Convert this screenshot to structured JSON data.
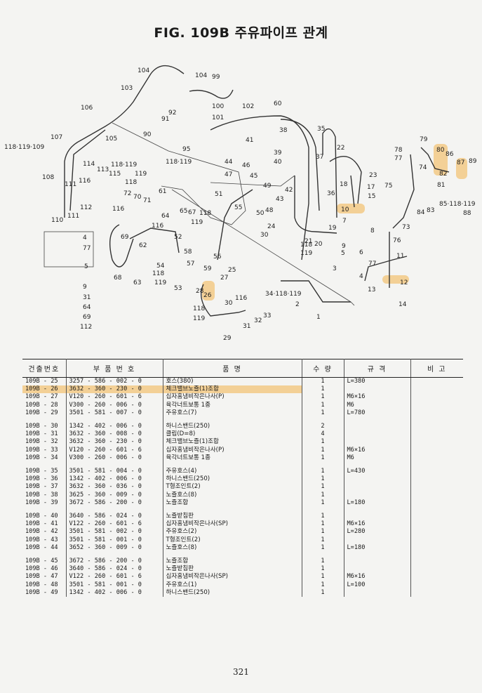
{
  "figure": {
    "title": "FIG. 109B 주유파이프 관계"
  },
  "diagram_labels": [
    "104",
    "104",
    "99",
    "103",
    "106",
    "100",
    "102",
    "60",
    "101",
    "92",
    "91",
    "105",
    "90",
    "107",
    "118·119·109",
    "95",
    "38",
    "35",
    "41",
    "39",
    "40",
    "22",
    "37",
    "44",
    "118·119",
    "108",
    "114",
    "113",
    "118·119",
    "115",
    "119",
    "118",
    "46",
    "47",
    "45",
    "23",
    "116",
    "112",
    "111",
    "72",
    "70",
    "71",
    "51",
    "49",
    "17",
    "42",
    "15",
    "43",
    "36",
    "18",
    "75",
    "48",
    "55",
    "61",
    "50",
    "110",
    "111",
    "116",
    "64",
    "65",
    "67",
    "118",
    "119",
    "10",
    "24",
    "7",
    "8",
    "21",
    "19",
    "76",
    "30",
    "118",
    "119",
    "20",
    "9",
    "5",
    "6",
    "116",
    "69",
    "62",
    "52",
    "58",
    "54",
    "118",
    "119",
    "53",
    "57",
    "59",
    "56",
    "25",
    "27",
    "28",
    "26",
    "118",
    "119",
    "30",
    "116",
    "34·118·119",
    "2",
    "31",
    "32",
    "33",
    "29",
    "11",
    "77",
    "3",
    "4",
    "12",
    "13",
    "14",
    "1",
    "73",
    "68",
    "63",
    "79",
    "78",
    "77",
    "80",
    "86",
    "87",
    "89",
    "74",
    "82",
    "81",
    "83",
    "84",
    "85·118·119",
    "88"
  ],
  "legend_labels": [
    "4",
    "77",
    "5",
    "9",
    "31",
    "64",
    "69",
    "112"
  ],
  "table": {
    "headers": [
      "건출번호",
      "부 품 번 호",
      "품 명",
      "수 량",
      "규 격",
      "비 고"
    ],
    "groups": [
      [
        {
          "no": "109B - 25",
          "part": "3257 - 586 - 002 - 0",
          "name": "호스(380)",
          "qty": "1",
          "spec": "L=380",
          "highlight": false
        },
        {
          "no": "109B - 26",
          "part": "3632 - 360 - 230 - 0",
          "name": "체크밸브노즐(1)조합",
          "qty": "1",
          "spec": "",
          "highlight": true
        },
        {
          "no": "109B - 27",
          "part": "V120 - 260 - 601 - 6",
          "name": "십자홈냄비작은나사(P)",
          "qty": "1",
          "spec": "M6×16",
          "highlight": false
        },
        {
          "no": "109B - 28",
          "part": "V300 - 260 - 006 - 0",
          "name": "육각너트보통 1종",
          "qty": "1",
          "spec": "M6",
          "highlight": false
        },
        {
          "no": "109B - 29",
          "part": "3501 - 581 - 007 - 0",
          "name": "주유호스(7)",
          "qty": "1",
          "spec": "L=780",
          "highlight": false
        }
      ],
      [
        {
          "no": "109B - 30",
          "part": "1342 - 402 - 006 - 0",
          "name": "하니스밴드(250)",
          "qty": "2",
          "spec": "",
          "highlight": false
        },
        {
          "no": "109B - 31",
          "part": "3632 - 360 - 008 - 0",
          "name": "클립(D=8)",
          "qty": "4",
          "spec": "",
          "highlight": false
        },
        {
          "no": "109B - 32",
          "part": "3632 - 360 - 230 - 0",
          "name": "체크밸브노즐(1)조합",
          "qty": "1",
          "spec": "",
          "highlight": false
        },
        {
          "no": "109B - 33",
          "part": "V120 - 260 - 601 - 6",
          "name": "십자홈냄비작은나사(P)",
          "qty": "1",
          "spec": "M6×16",
          "highlight": false
        },
        {
          "no": "109B - 34",
          "part": "V300 - 260 - 006 - 0",
          "name": "육각너트보통 1종",
          "qty": "1",
          "spec": "M6",
          "highlight": false
        }
      ],
      [
        {
          "no": "109B - 35",
          "part": "3501 - 581 - 004 - 0",
          "name": "주유호스(4)",
          "qty": "1",
          "spec": "L=430",
          "highlight": false
        },
        {
          "no": "109B - 36",
          "part": "1342 - 402 - 006 - 0",
          "name": "하니스밴드(250)",
          "qty": "1",
          "spec": "",
          "highlight": false
        },
        {
          "no": "109B - 37",
          "part": "3632 - 360 - 036 - 0",
          "name": "T형조인트(2)",
          "qty": "1",
          "spec": "",
          "highlight": false
        },
        {
          "no": "109B - 38",
          "part": "3625 - 360 - 009 - 0",
          "name": "노즐호스(8)",
          "qty": "1",
          "spec": "",
          "highlight": false
        },
        {
          "no": "109B - 39",
          "part": "3672 - 586 - 200 - 0",
          "name": "노즐조합",
          "qty": "1",
          "spec": "L=180",
          "highlight": false
        }
      ],
      [
        {
          "no": "109B - 40",
          "part": "3640 - 586 - 024 - 0",
          "name": "노즐받침판",
          "qty": "1",
          "spec": "",
          "highlight": false
        },
        {
          "no": "109B - 41",
          "part": "V122 - 260 - 601 - 6",
          "name": "십자홈냄비작은나사(SP)",
          "qty": "1",
          "spec": "M6×16",
          "highlight": false
        },
        {
          "no": "109B - 42",
          "part": "3501 - 581 - 002 - 0",
          "name": "주유호스(2)",
          "qty": "1",
          "spec": "L=280",
          "highlight": false
        },
        {
          "no": "109B - 43",
          "part": "3501 - 581 - 001 - 0",
          "name": "T형조인트(2)",
          "qty": "1",
          "spec": "",
          "highlight": false
        },
        {
          "no": "109B - 44",
          "part": "3652 - 360 - 009 - 0",
          "name": "노즐호스(8)",
          "qty": "1",
          "spec": "L=180",
          "highlight": false
        }
      ],
      [
        {
          "no": "109B - 45",
          "part": "3672 - 586 - 200 - 0",
          "name": "노즐조합",
          "qty": "1",
          "spec": "",
          "highlight": false
        },
        {
          "no": "109B - 46",
          "part": "3640 - 586 - 024 - 0",
          "name": "노즐받침판",
          "qty": "1",
          "spec": "",
          "highlight": false
        },
        {
          "no": "109B - 47",
          "part": "V122 - 260 - 601 - 6",
          "name": "십자홈냄비작은나사(SP)",
          "qty": "1",
          "spec": "M6×16",
          "highlight": false
        },
        {
          "no": "109B - 48",
          "part": "3501 - 581 - 001 - 0",
          "name": "주유호스(1)",
          "qty": "1",
          "spec": "L=100",
          "highlight": false
        },
        {
          "no": "109B - 49",
          "part": "1342 - 402 - 006 - 0",
          "name": "하니스밴드(250)",
          "qty": "1",
          "spec": "",
          "highlight": false
        }
      ]
    ]
  },
  "page_number": "321",
  "colors": {
    "highlight": "#f3b24a",
    "ink": "#1a1a1a",
    "paper": "#f4f4f2"
  }
}
